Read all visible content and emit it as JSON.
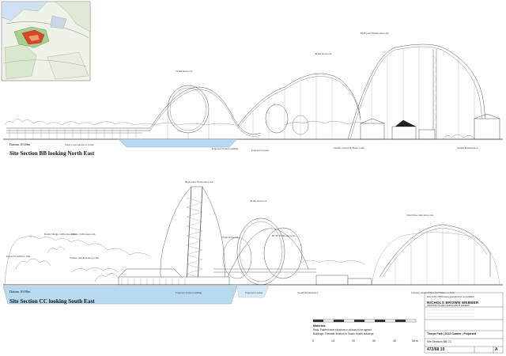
{
  "drawing": {
    "section_bb": {
      "title": "Site Section BB looking North East",
      "datum": "Datum 10.00m",
      "labels": {
        "high_point": "High point 39.6m above GL",
        "peak_2": "30.6m above GL",
        "peak_1": "22.6m above GL",
        "water": "Water Level shown at 12.0m",
        "station": "Proposed Station building",
        "coaster": "Proposed Coaster",
        "control": "Stealth Control & Photo Cashi",
        "maintenance": "Stealth Maintenance"
      }
    },
    "section_cc": {
      "title": "Site Section CC looking South East",
      "datum": "Datum 10.00m",
      "labels": {
        "high_point": "High point 39.6m above GL",
        "peak_b": "30.6m above GL",
        "inversion": "27.6m above GL",
        "mid": "BCSE 35.6m above GL",
        "tidal_wave": "Tidal Wave 32m above GL",
        "depth_charge": "Depth Charge 14.8m above GL",
        "drums": "Drums 13.8m above GL",
        "poplar": "Poplar ht 14.8m to 19m",
        "willow": "Willow, Ash & Alder to 19m",
        "station": "Proposed Station building",
        "coaster": "Proposed Coaster",
        "maintenance": "Stealth Maintenance",
        "existing": "Existing extent of Pine and Willow to 15m"
      }
    }
  },
  "scale_bar": {
    "ticks": [
      "0",
      "10",
      "20",
      "30",
      "40",
      "50 m"
    ]
  },
  "materials_note": {
    "heading": "Materials",
    "lines": [
      "Rails: Painted steel structure in colours to be agreed",
      "Buildings: Thematic finishes to Studio Studio drawings"
    ]
  },
  "title_block": {
    "rev_note": "Rev A 15.1.08 Drawing prepared for consultation",
    "company": "NICHOLS BROWN WEBBER",
    "company_sub": "ARCHITECTS AND LANDSCAPE PLANNERS",
    "project": "Thorpe Park | 2012 Coaster | Proposed",
    "drawing_title": "Site Sections BB CC",
    "drawing_no": "472/68 10",
    "revision": "A"
  },
  "colors": {
    "water": "#b8d9ee",
    "line": "#555555",
    "tree": "#9a9a9a",
    "map_red": "#d9442c",
    "map_green": "#8bbf7a"
  }
}
